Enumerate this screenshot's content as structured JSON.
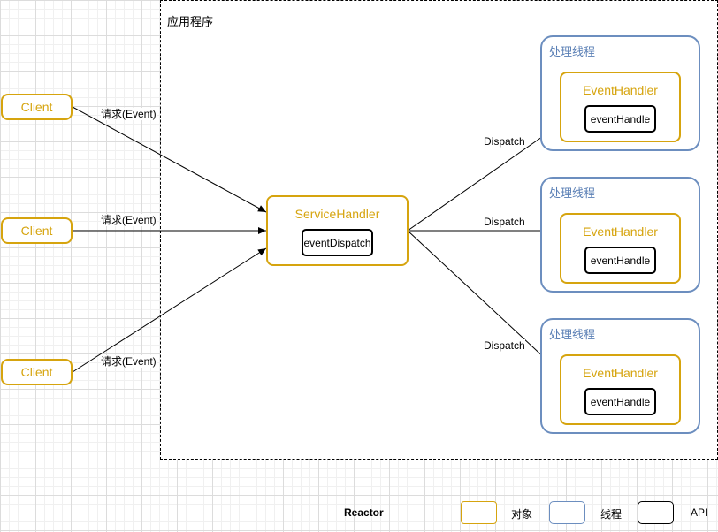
{
  "app_frame": {
    "title": "应用程序"
  },
  "clients": [
    {
      "label": "Client",
      "edge_label": "请求(Event)"
    },
    {
      "label": "Client",
      "edge_label": "请求(Event)"
    },
    {
      "label": "Client",
      "edge_label": "请求(Event)"
    }
  ],
  "service_handler": {
    "label": "ServiceHandler",
    "api": "eventDispatch"
  },
  "threads": [
    {
      "title": "处理线程",
      "handler": "EventHandler",
      "api": "eventHandle",
      "edge_label": "Dispatch"
    },
    {
      "title": "处理线程",
      "handler": "EventHandler",
      "api": "eventHandle",
      "edge_label": "Dispatch"
    },
    {
      "title": "处理线程",
      "handler": "EventHandler",
      "api": "eventHandle",
      "edge_label": "Dispatch"
    }
  ],
  "legend": {
    "title": "Reactor",
    "object_label": "对象",
    "thread_label": "线程",
    "api_label": "API"
  },
  "colors": {
    "object": "#d6a40e",
    "thread": "#6c8ebf",
    "api": "#000000"
  }
}
